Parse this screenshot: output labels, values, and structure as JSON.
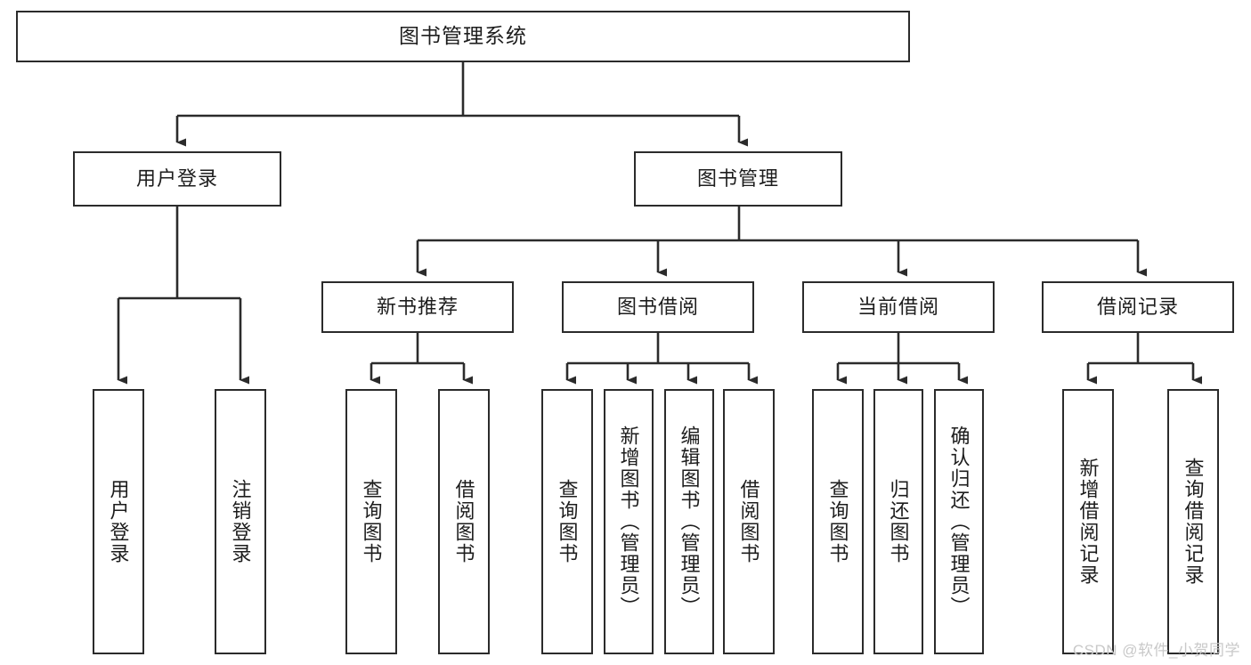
{
  "diagram": {
    "title": "图书管理系统",
    "type": "tree-hierarchy",
    "watermark": "CSDN @软件_小贺同学",
    "colors": {
      "stroke": "#2b2b2b",
      "fill": "#ffffff",
      "text": "#1d1d1d",
      "watermark": "#c9c9c9"
    },
    "levels": {
      "l1": "系统",
      "l2": "模块",
      "l3": "子模块",
      "l4": "功能"
    },
    "root": {
      "label": "图书管理系统"
    },
    "level2": [
      {
        "label": "用户登录"
      },
      {
        "label": "图书管理"
      }
    ],
    "level3": [
      {
        "label": "新书推荐"
      },
      {
        "label": "图书借阅"
      },
      {
        "label": "当前借阅"
      },
      {
        "label": "借阅记录"
      }
    ],
    "leaves": {
      "user_login": [
        {
          "label": "用户登录"
        },
        {
          "label": "注销登录"
        }
      ],
      "new_book": [
        {
          "label": "查询图书"
        },
        {
          "label": "借阅图书"
        }
      ],
      "book_borrow": [
        {
          "label": "查询图书"
        },
        {
          "label": "新增图书（管理员）"
        },
        {
          "label": "编辑图书（管理员）"
        },
        {
          "label": "借阅图书"
        }
      ],
      "current_borrow": [
        {
          "label": "查询图书"
        },
        {
          "label": "归还图书"
        },
        {
          "label": "确认归还（管理员）"
        }
      ],
      "borrow_record": [
        {
          "label": "新增借阅记录"
        },
        {
          "label": "查询借阅记录"
        }
      ]
    }
  }
}
